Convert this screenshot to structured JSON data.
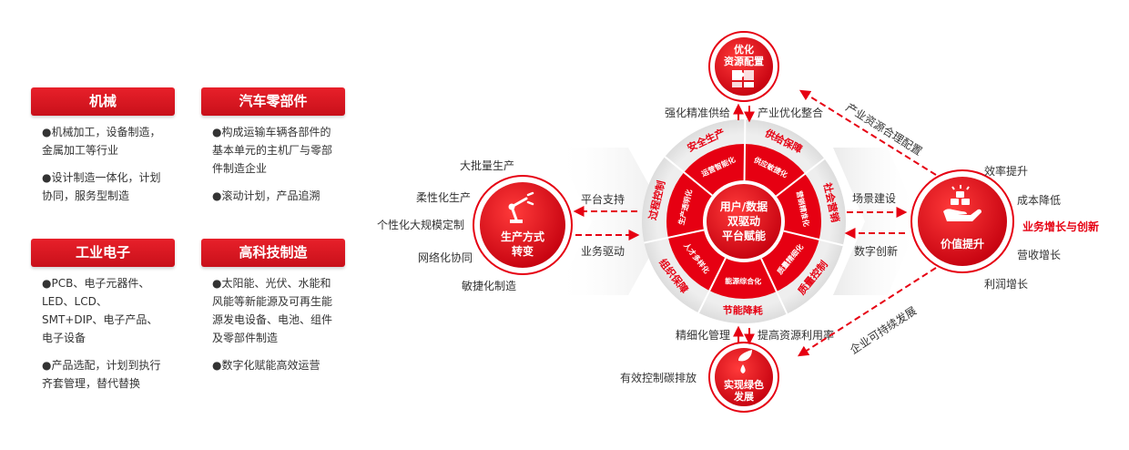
{
  "industries": [
    {
      "title": "机械",
      "points": [
        "●机械加工，设备制造，金属加工等行业",
        "●设计制造一体化，计划协同，服务型制造"
      ]
    },
    {
      "title": "汽车零部件",
      "points": [
        "●构成运输车辆各部件的基本单元的主机厂与零部件制造企业",
        "●滚动计划，产品追溯"
      ]
    },
    {
      "title": "工业电子",
      "points": [
        "●PCB、电子元器件、LED、LCD、SMT+DIP、电子产品、电子设备",
        "●产品选配，计划到执行齐套管理，替代替换"
      ]
    },
    {
      "title": "高科技制造",
      "points": [
        "●太阳能、光伏、水能和风能等新能源及可再生能源发电设备、电池、组件及零部件制造",
        "●数字化赋能高效运营"
      ]
    }
  ],
  "center": {
    "line1": "用户/数据",
    "line2": "双驱动",
    "line3": "平台赋能"
  },
  "ring_outer": [
    "安全生产",
    "供给保障",
    "社会营销",
    "质量控制",
    "节能降耗",
    "组织保障",
    "过程控制"
  ],
  "ring_inner": [
    "运营智能化",
    "供应敏捷化",
    "营销精准化",
    "质量精细化",
    "能源综合化",
    "人才多样化",
    "生产透明化"
  ],
  "top_node": {
    "line1": "优化",
    "line2": "资源配置",
    "left_label": "强化精准供给",
    "right_label": "产业优化整合"
  },
  "bottom_node": {
    "line1": "实现绿色",
    "line2": "发展",
    "left_label": "精细化管理",
    "right_label": "提高资源利用率",
    "side_label": "有效控制碳排放"
  },
  "left_node": {
    "line1": "生产方式",
    "line2": "转变",
    "arrow_top": "平台支持",
    "arrow_bottom": "业务驱动",
    "modes": [
      "大批量生产",
      "柔性化生产",
      "个性化大规模定制",
      "网络化协同",
      "敏捷化制造"
    ]
  },
  "right_node": {
    "label": "价值提升",
    "arrow_top": "场景建设",
    "arrow_bottom": "数字创新",
    "values": [
      "效率提升",
      "成本降低",
      "业务增长与创新",
      "营收增长",
      "利润增长"
    ]
  },
  "diag_top": "产业资源合理配置",
  "diag_bottom": "企业可持续发展",
  "colors": {
    "red": "#e60012",
    "dark_red": "#c8101a",
    "gray_text": "#333333"
  }
}
